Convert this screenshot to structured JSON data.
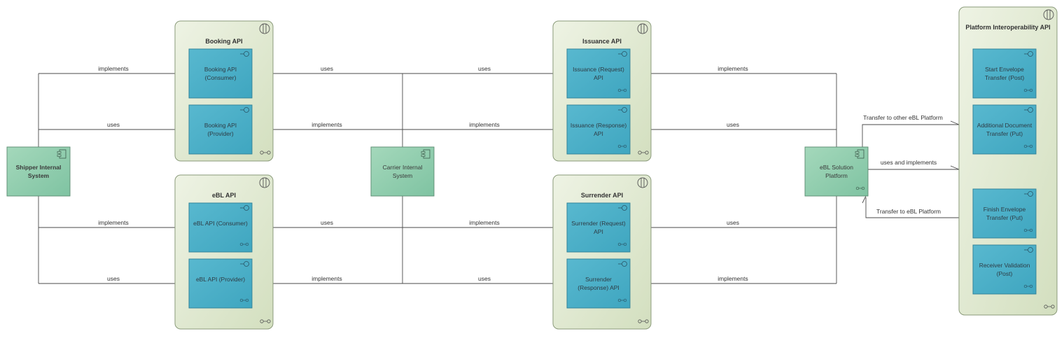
{
  "packages": {
    "booking": {
      "title": "Booking API"
    },
    "issuance": {
      "title": "Issuance API"
    },
    "ebl": {
      "title": "eBL API"
    },
    "surrender": {
      "title": "Surrender API"
    },
    "platform": {
      "title": "Platform Interoperability API"
    }
  },
  "components": {
    "shipper": {
      "lines": [
        "Shipper Internal",
        "System"
      ]
    },
    "carrier": {
      "lines": [
        "Carrier Internal",
        "System"
      ]
    },
    "ebl_platform": {
      "lines": [
        "eBL Solution",
        "Platform"
      ]
    }
  },
  "interfaces": {
    "booking_consumer": {
      "lines": [
        "Booking API",
        "(Consumer)"
      ]
    },
    "booking_provider": {
      "lines": [
        "Booking API",
        "(Provider)"
      ]
    },
    "ebl_consumer": {
      "lines": [
        "eBL API (Consumer)"
      ]
    },
    "ebl_provider": {
      "lines": [
        "eBL API (Provider)"
      ]
    },
    "issuance_request": {
      "lines": [
        "Issuance (Request)",
        "API"
      ]
    },
    "issuance_response": {
      "lines": [
        "Issuance (Response)",
        "API"
      ]
    },
    "surrender_request": {
      "lines": [
        "Surrender (Request)",
        "API"
      ]
    },
    "surrender_response": {
      "lines": [
        "Surrender",
        "(Response) API"
      ]
    },
    "start_envelope": {
      "lines": [
        "Start Envelope",
        "Transfer (Post)"
      ]
    },
    "additional_document": {
      "lines": [
        "Additional Document",
        "Transfer (Put)"
      ]
    },
    "finish_envelope": {
      "lines": [
        "Finish Envelope",
        "Transfer (Put)"
      ]
    },
    "receiver_validation": {
      "lines": [
        "Receiver Validation",
        "(Post)"
      ]
    }
  },
  "edges": {
    "implements": "implements",
    "uses": "uses",
    "uses_and_implements": "uses and implements",
    "transfer_to_other": "Transfer to other eBL Platform",
    "transfer_to": "Transfer to eBL Platform"
  },
  "colors": {
    "package_fill": "#dde6cc",
    "package_stroke": "#8a9a7a",
    "component_fill": "#8fcfae",
    "component_stroke": "#5a8a70",
    "interface_fill": "#4bafc8",
    "interface_stroke": "#2f7f95"
  }
}
